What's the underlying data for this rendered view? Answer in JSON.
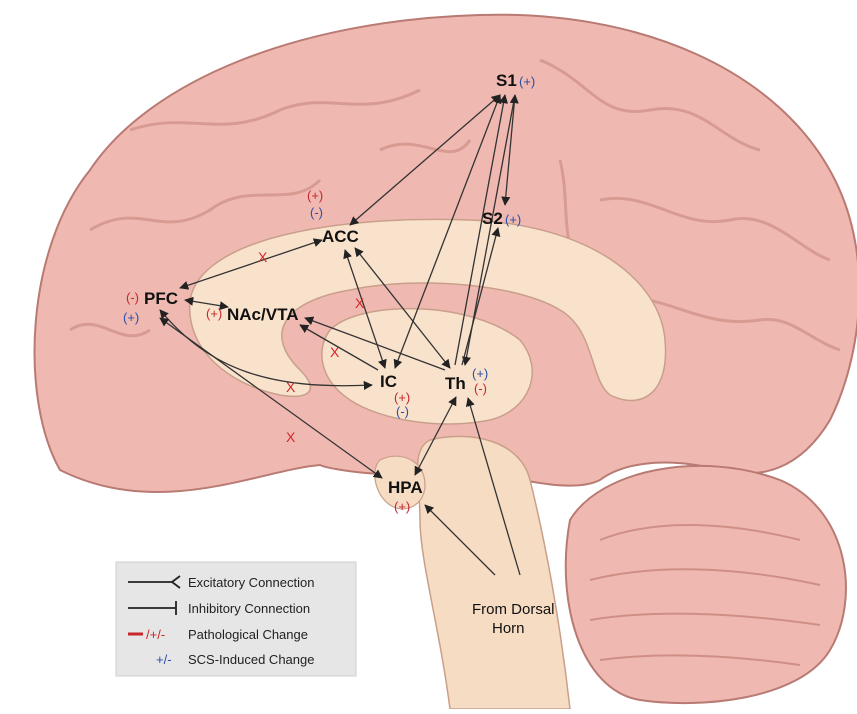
{
  "regions": {
    "s1": "S1",
    "s2": "S2",
    "acc": "ACC",
    "pfc": "PFC",
    "nac": "NAc/VTA",
    "ic": "IC",
    "th": "Th",
    "hpa": "HPA"
  },
  "changes": {
    "s1_scs": "(+)",
    "s2_scs": "(+)",
    "acc_path": "(+)",
    "acc_scs": "(-)",
    "pfc_path": "(-)",
    "pfc_scs": "(+)",
    "nac_path": "(+)",
    "ic_path": "(+)",
    "ic_scs": "(-)",
    "th_scs": "(+)",
    "th_path": "(-)",
    "hpa_path": "(+)"
  },
  "block_mark": "X",
  "source": {
    "line1": "From Dorsal",
    "line2": "Horn"
  },
  "legend": {
    "excitatory": "Excitatory Connection",
    "inhibitory": "Inhibitory Connection",
    "pathological_symbol": "/+/-",
    "pathological": "Pathological Change",
    "scs_symbol": "+/-",
    "scs": "SCS-Induced Change"
  },
  "colors": {
    "pathological": "#c8262b",
    "scs": "#2b4fa6",
    "brain": "#efb9b1",
    "inner": "#f9e2cc"
  }
}
